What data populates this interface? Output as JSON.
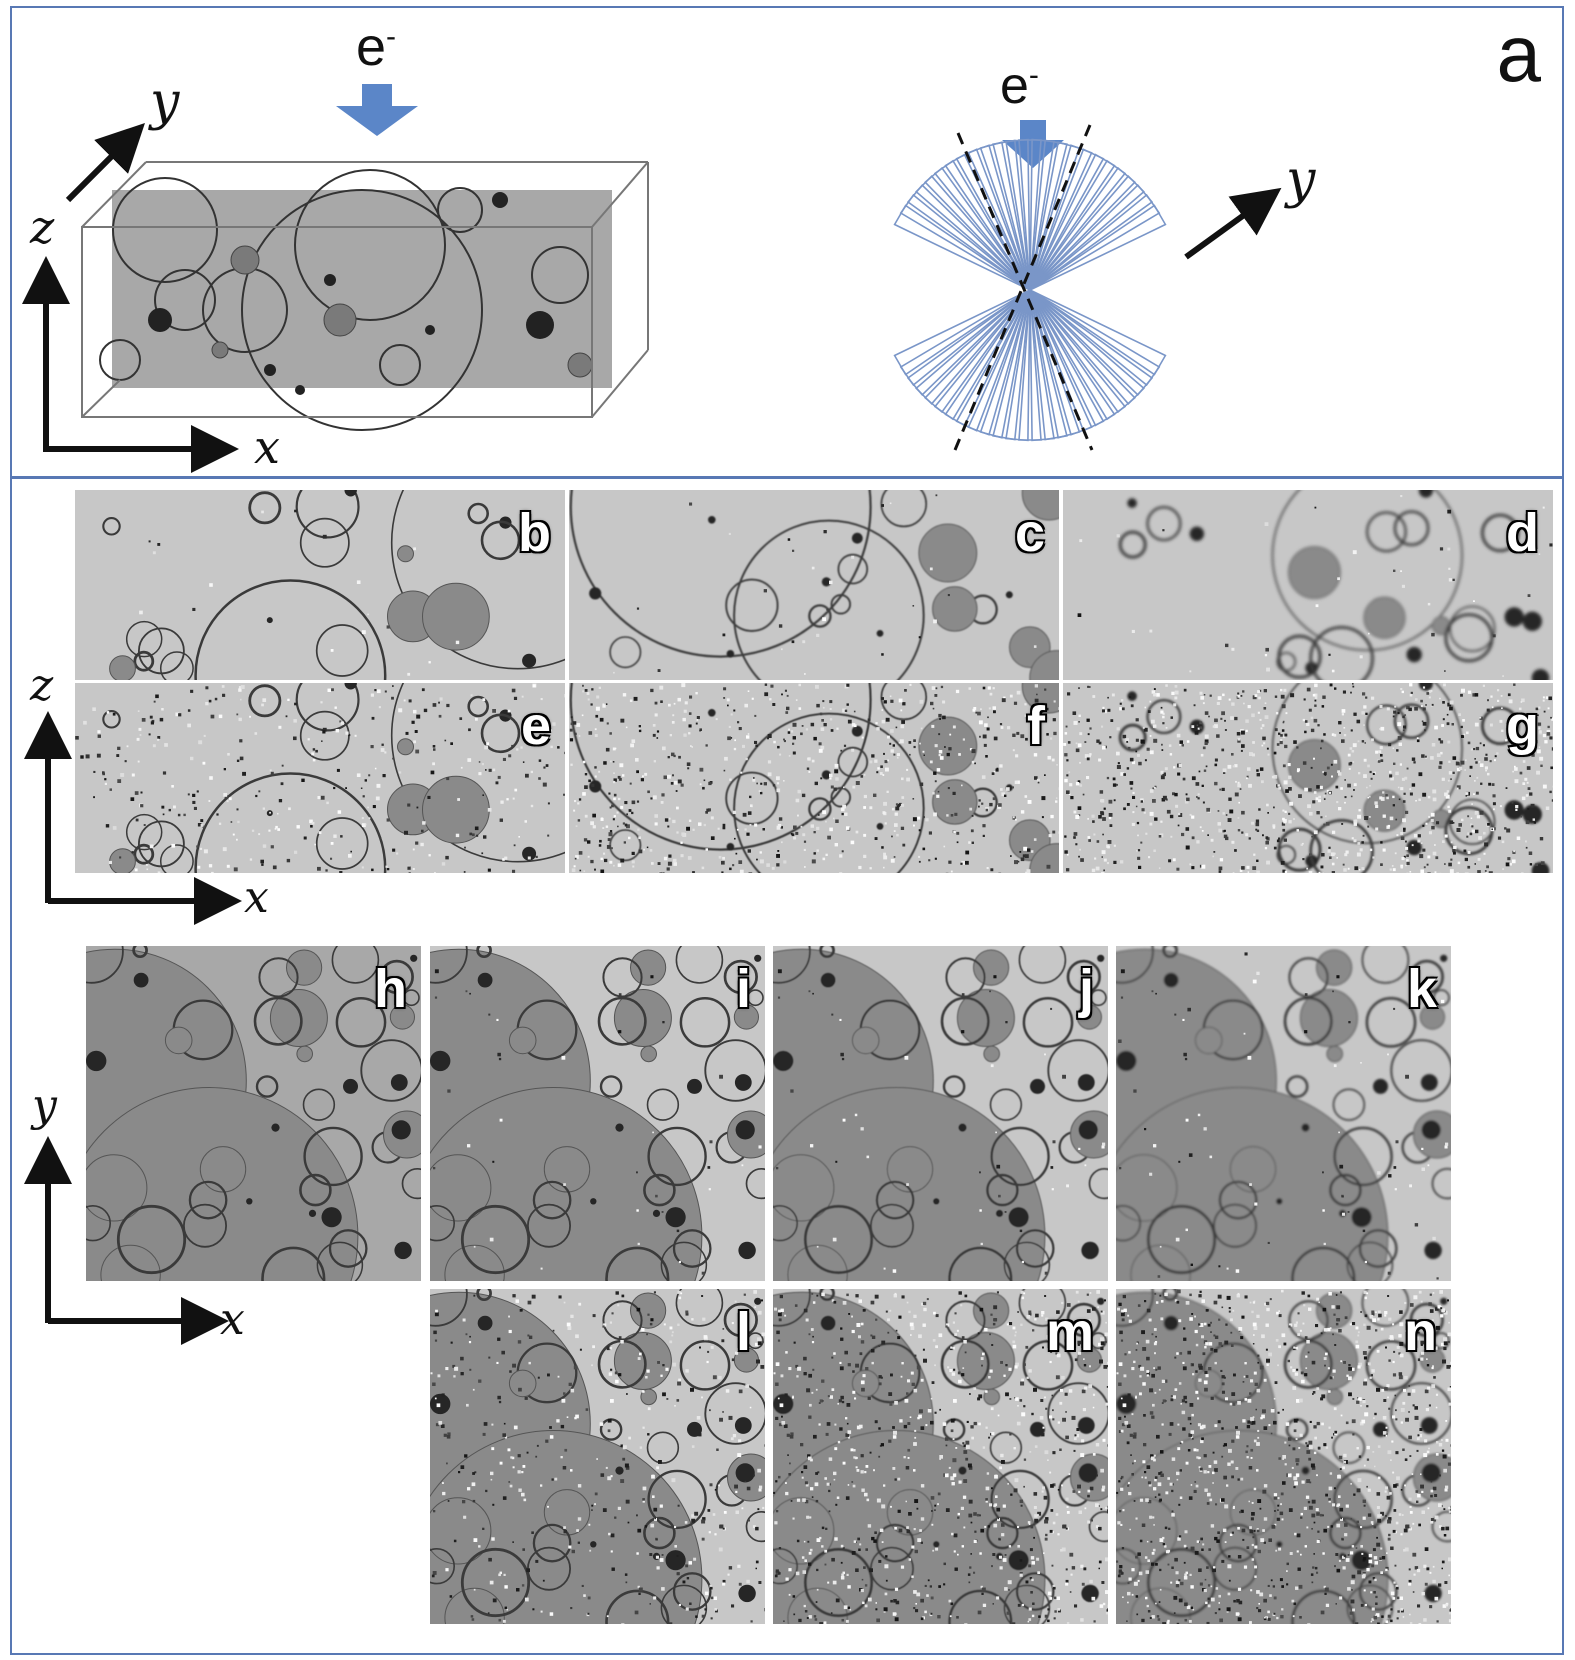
{
  "panel_a": {
    "label": "a",
    "electron_left": "e",
    "electron_right": "e",
    "electron_sup": "-",
    "axis_y_box": "y",
    "axis_z_box": "z",
    "axis_x_box": "x",
    "axis_y_tilt": "y"
  },
  "panels_xz": {
    "axis_z": "z",
    "axis_x": "x",
    "labels": [
      "b",
      "c",
      "d",
      "e",
      "f",
      "g"
    ]
  },
  "panels_xy": {
    "axis_y": "y",
    "axis_x": "x",
    "labels": [
      "h",
      "i",
      "j",
      "k",
      "l",
      "m",
      "n"
    ]
  },
  "colors": {
    "frame": "#5878b4",
    "arrow": "#5b86c8",
    "tilt_lines": "#7a96c8",
    "phantom_gray": "#a8a8a8",
    "recon_gray": "#c9c9c9"
  }
}
